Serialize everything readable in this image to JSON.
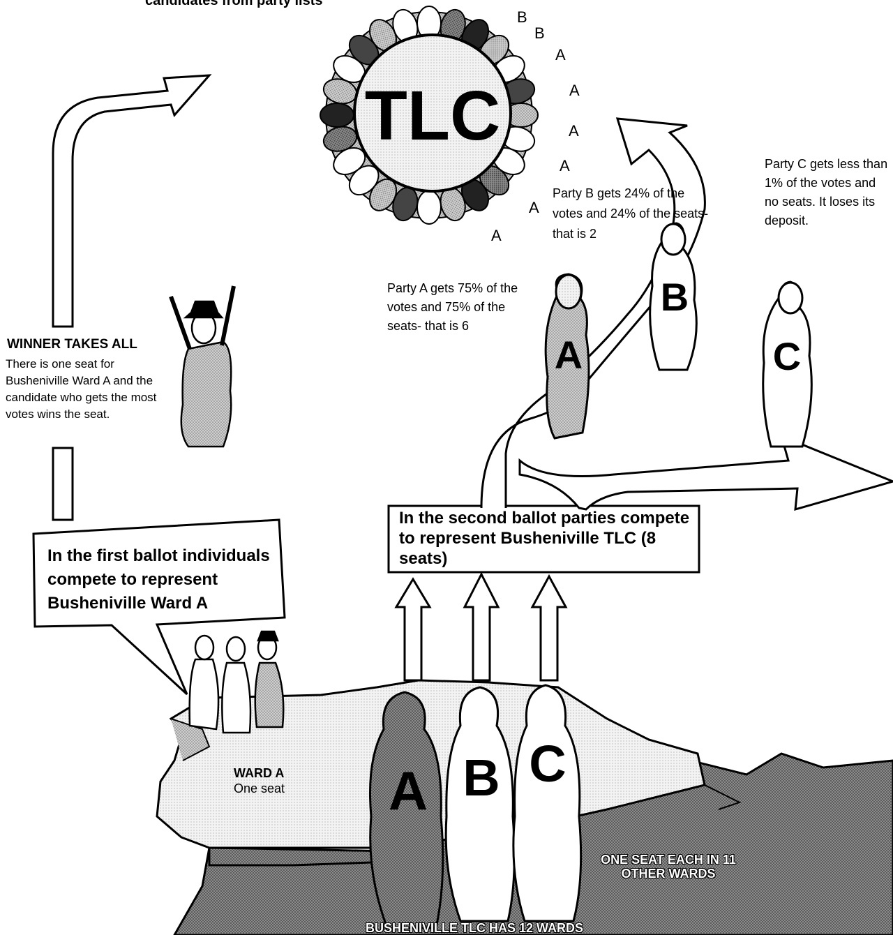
{
  "top_caption": "candidates from party lists",
  "council": {
    "label": "TLC"
  },
  "seat_letters": [
    "B",
    "B",
    "A",
    "A",
    "A",
    "A",
    "A",
    "A"
  ],
  "winner": {
    "heading": "WINNER TAKES ALL",
    "text": "There is one seat for Busheniville Ward A and the candidate who gets the most votes wins the seat."
  },
  "first_ballot": {
    "text": "In the first ballot individuals compete to represent Busheniville Ward A"
  },
  "second_ballot": {
    "text": "In the second ballot parties compete to represent Busheniville TLC (8 seats)"
  },
  "parties": {
    "a": {
      "letter": "A",
      "text": "Party A gets 75% of the votes and 75% of the seats- that is 6"
    },
    "b": {
      "letter": "B",
      "text": "Party B gets 24% of the votes and 24% of the seats- that is 2"
    },
    "c": {
      "letter": "C",
      "text": "Party C gets less than 1% of the votes and no seats. It loses its deposit."
    }
  },
  "ward_a": {
    "title": "WARD A",
    "subtitle": "One seat"
  },
  "other_wards": "ONE SEAT EACH IN 11 OTHER WARDS",
  "footer": "BUSHENIVILLE TLC HAS 12 WARDS",
  "colors": {
    "ink": "#000000",
    "shade": "#888888",
    "dark": "#555555",
    "paper": "#ffffff"
  }
}
